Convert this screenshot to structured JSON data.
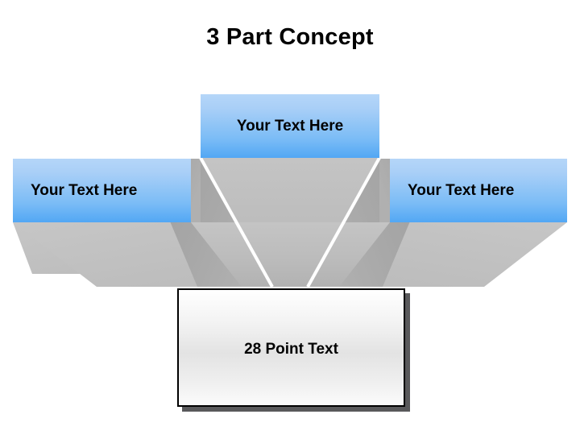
{
  "slide": {
    "title": "3 Part Concept",
    "background_color": "#ffffff"
  },
  "colors": {
    "blue_box_gradient_top": "#b5d6f8",
    "blue_box_gradient_bottom": "#52a7f4",
    "funnel_light_gray": "#bfbfbf",
    "funnel_dark_gray": "#a6a6a6",
    "funnel_wing_gray": "#c2c2c2",
    "divider_line": "#ffffff",
    "bottom_box_border": "#000000",
    "bottom_box_shadow": "#59595b",
    "text_color": "#000000"
  },
  "boxes": {
    "top": {
      "label": "Your Text Here"
    },
    "left": {
      "label": "Your Text Here"
    },
    "right": {
      "label": "Your Text Here"
    },
    "bottom": {
      "label": "28 Point Text"
    }
  }
}
